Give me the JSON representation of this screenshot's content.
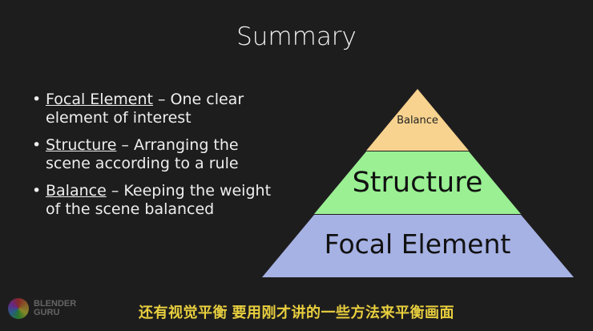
{
  "slide": {
    "title": "Summary",
    "bullets": [
      {
        "term": "Focal Element",
        "rest": " – One clear element of interest"
      },
      {
        "term": "Structure",
        "rest": " – Arranging the scene according to a rule"
      },
      {
        "term": "Balance",
        "rest": " – Keeping the weight of the scene balanced"
      }
    ],
    "pyramid": [
      {
        "label": "Balance",
        "color": "#f8d38f"
      },
      {
        "label": "Structure",
        "color": "#9af093"
      },
      {
        "label": "Focal Element",
        "color": "#a6b2e4"
      }
    ]
  },
  "subtitle": "还有视觉平衡  要用刚才讲的一些方法来平衡画面",
  "logo": {
    "line1": "BLENDER",
    "line2": "GURU"
  }
}
